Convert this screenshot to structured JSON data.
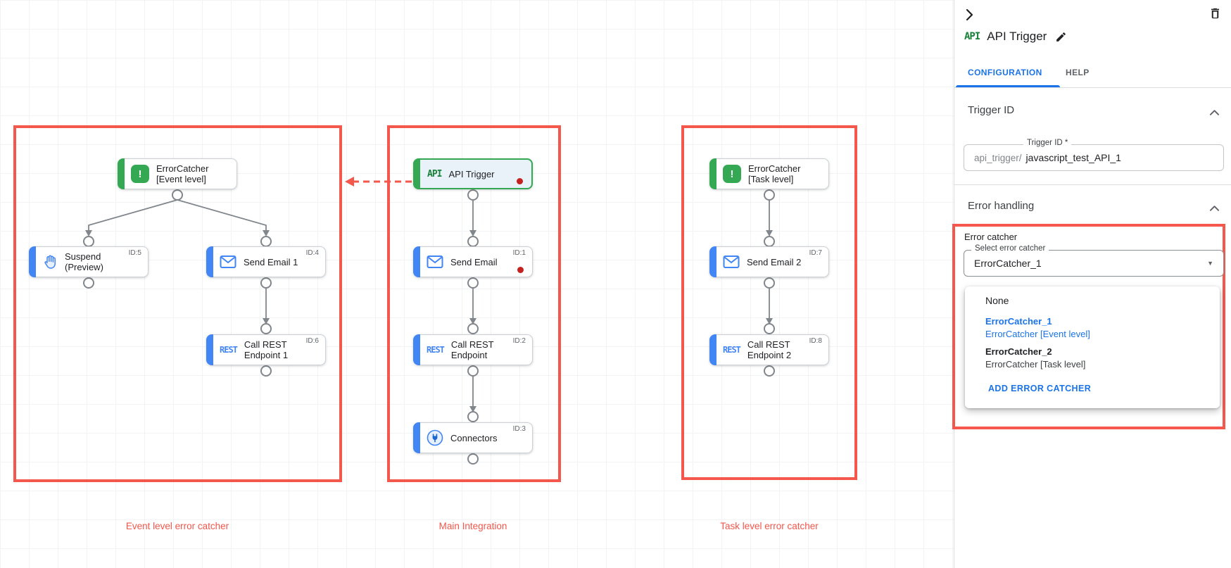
{
  "colors": {
    "annotation_red": "#f4574c",
    "accent_blue": "#1a73e8",
    "trigger_green": "#34a853",
    "task_blue": "#4285f4",
    "error_dot_red": "#c5221f"
  },
  "canvas": {
    "region_labels": [
      {
        "text": "Event level error catcher"
      },
      {
        "text": "Main Integration"
      },
      {
        "text": "Task level error catcher"
      }
    ],
    "nodes": [
      {
        "line1": "ErrorCatcher",
        "line2": "[Event level]",
        "badge": "",
        "icon": "error-catcher-icon",
        "icon_text": "!"
      },
      {
        "line1": "Suspend",
        "line2": "(Preview)",
        "badge": "ID:5",
        "icon": "hand-icon",
        "icon_text": ""
      },
      {
        "line1": "Send Email 1",
        "line2": "",
        "badge": "ID:4",
        "icon": "email-icon",
        "icon_text": ""
      },
      {
        "line1": "Call REST",
        "line2": "Endpoint 1",
        "badge": "ID:6",
        "icon": "rest-icon",
        "icon_text": "REST"
      },
      {
        "line1": "API Trigger",
        "line2": "",
        "badge": "",
        "icon": "api-icon",
        "icon_text": "API"
      },
      {
        "line1": "Send Email",
        "line2": "",
        "badge": "ID:1",
        "icon": "email-icon",
        "icon_text": ""
      },
      {
        "line1": "Call REST",
        "line2": "Endpoint",
        "badge": "ID:2",
        "icon": "rest-icon",
        "icon_text": "REST"
      },
      {
        "line1": "Connectors",
        "line2": "",
        "badge": "ID:3",
        "icon": "connectors-icon",
        "icon_text": ""
      },
      {
        "line1": "ErrorCatcher",
        "line2": "[Task level]",
        "badge": "",
        "icon": "error-catcher-icon",
        "icon_text": "!"
      },
      {
        "line1": "Send Email 2",
        "line2": "",
        "badge": "ID:7",
        "icon": "email-icon",
        "icon_text": ""
      },
      {
        "line1": "Call REST",
        "line2": "Endpoint 2",
        "badge": "ID:8",
        "icon": "rest-icon",
        "icon_text": "REST"
      }
    ]
  },
  "panel": {
    "header": {
      "icon_text": "API",
      "title": "API Trigger"
    },
    "tabs": [
      {
        "label": "CONFIGURATION"
      },
      {
        "label": "HELP"
      }
    ],
    "trigger_id": {
      "heading": "Trigger ID",
      "field_label": "Trigger ID *",
      "prefix": "api_trigger/",
      "value": "javascript_test_API_1"
    },
    "error_handling": {
      "heading": "Error handling",
      "group_label": "Error catcher",
      "select_label": "Select error catcher",
      "select_value": "ErrorCatcher_1",
      "options": [
        {
          "name": "None",
          "desc": ""
        },
        {
          "name": "ErrorCatcher_1",
          "desc": "ErrorCatcher [Event level]"
        },
        {
          "name": "ErrorCatcher_2",
          "desc": "ErrorCatcher [Task level]"
        }
      ],
      "add_button": "ADD ERROR CATCHER"
    }
  }
}
